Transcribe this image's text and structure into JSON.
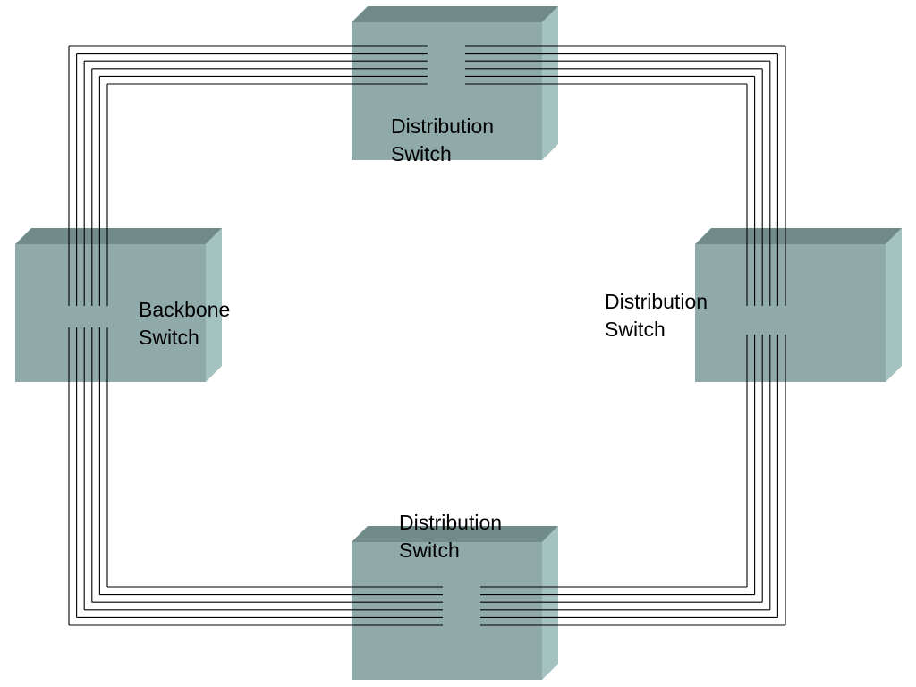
{
  "colors": {
    "switch_front": "#8faaa8",
    "switch_top": "#718b89",
    "switch_side": "#a4c2c0",
    "cable": "#000000",
    "background": "#ffffff"
  },
  "switches": {
    "top": {
      "line1": "Distribution",
      "line2": "Switch"
    },
    "left": {
      "line1": "Backbone",
      "line2": "Switch"
    },
    "right": {
      "line1": "Distribution",
      "line2": "Switch"
    },
    "bottom": {
      "line1": "Distribution",
      "line2": "Switch"
    }
  },
  "ring": {
    "cable_count": 6
  }
}
